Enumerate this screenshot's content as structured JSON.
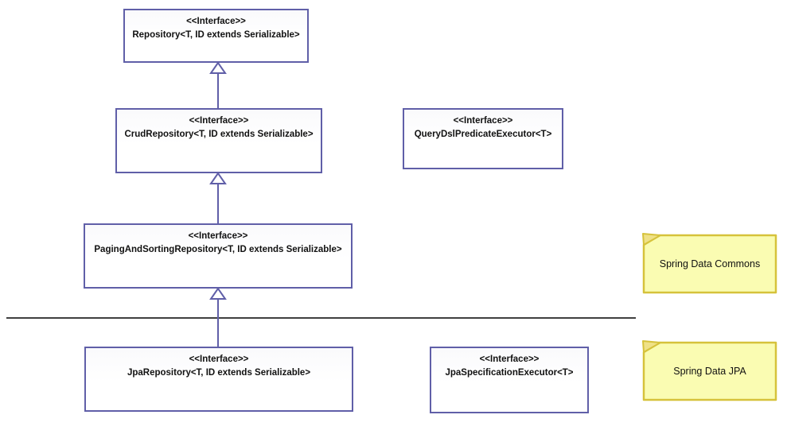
{
  "diagram": {
    "title_hint": "Spring Data repository interface hierarchy",
    "stereotype": "<<Interface>>",
    "boxes": [
      {
        "id": "repository",
        "name": "Repository<T, ID extends Serializable>"
      },
      {
        "id": "crud-repository",
        "name": "CrudRepository<T, ID extends Serializable>"
      },
      {
        "id": "querydsl-predicate-executor",
        "name": "QueryDslPredicateExecutor<T>"
      },
      {
        "id": "paging-and-sorting-repository",
        "name": "PagingAndSortingRepository<T, ID extends Serializable>"
      },
      {
        "id": "jpa-repository",
        "name": "JpaRepository<T, ID extends Serializable>"
      },
      {
        "id": "jpa-specification-executor",
        "name": "JpaSpecificationExecutor<T>"
      }
    ],
    "relations": [
      {
        "from": "CrudRepository",
        "to": "Repository",
        "type": "generalization"
      },
      {
        "from": "PagingAndSortingRepository",
        "to": "CrudRepository",
        "type": "generalization"
      },
      {
        "from": "JpaRepository",
        "to": "PagingAndSortingRepository",
        "type": "generalization"
      }
    ],
    "notes": [
      {
        "label": "Spring Data Commons"
      },
      {
        "label": "Spring Data JPA"
      }
    ],
    "colors": {
      "box_border": "#605fa8",
      "box_fill": "#ffffff",
      "note_fill": "#fafcb2",
      "note_border": "#d6c23b",
      "note_fold_fill": "#efe187",
      "divider_line": "#000000",
      "text": "#111111"
    }
  }
}
